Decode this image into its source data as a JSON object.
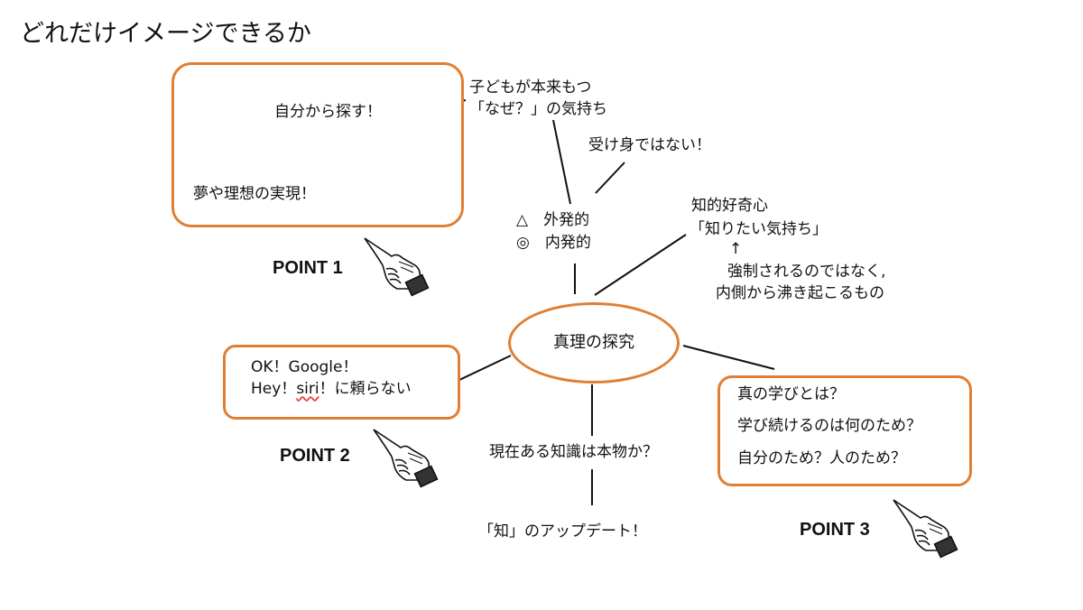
{
  "title": "どれだけイメージできるか",
  "center": "真理の探究",
  "box1": {
    "line1": "自分から探す！",
    "line2": "夢や理想の実現！"
  },
  "top_note": {
    "line1": "子どもが本来もつ",
    "line2": "「なぜ？」の気持ち"
  },
  "passive": "受け身ではない！",
  "motivation": {
    "line1": "△　外発的",
    "line2": "◎　内発的"
  },
  "curiosity": {
    "line1": "知的好奇心",
    "line2": "「知りたい気持ち」",
    "arrow": "↑",
    "line3": "強制されるのではなく,",
    "line4": "内側から沸き起こるもの"
  },
  "box2": {
    "line1": "OK！Google！",
    "line2_a": "Hey！",
    "line2_siri": "siri",
    "line2_b": "！に頼らない"
  },
  "real_knowledge": "現在ある知識は本物か？",
  "update": "「知」のアップデート！",
  "box3": {
    "line1": "真の学びとは？",
    "line2": "学び続けるのは何のため？",
    "line3": "自分のため？人のため？"
  },
  "points": {
    "p1": "POINT 1",
    "p2": "POINT 2",
    "p3": "POINT 3"
  },
  "colors": {
    "accent": "#e07f33",
    "text": "#111111"
  },
  "icons": [
    "pointing-hand-icon"
  ]
}
